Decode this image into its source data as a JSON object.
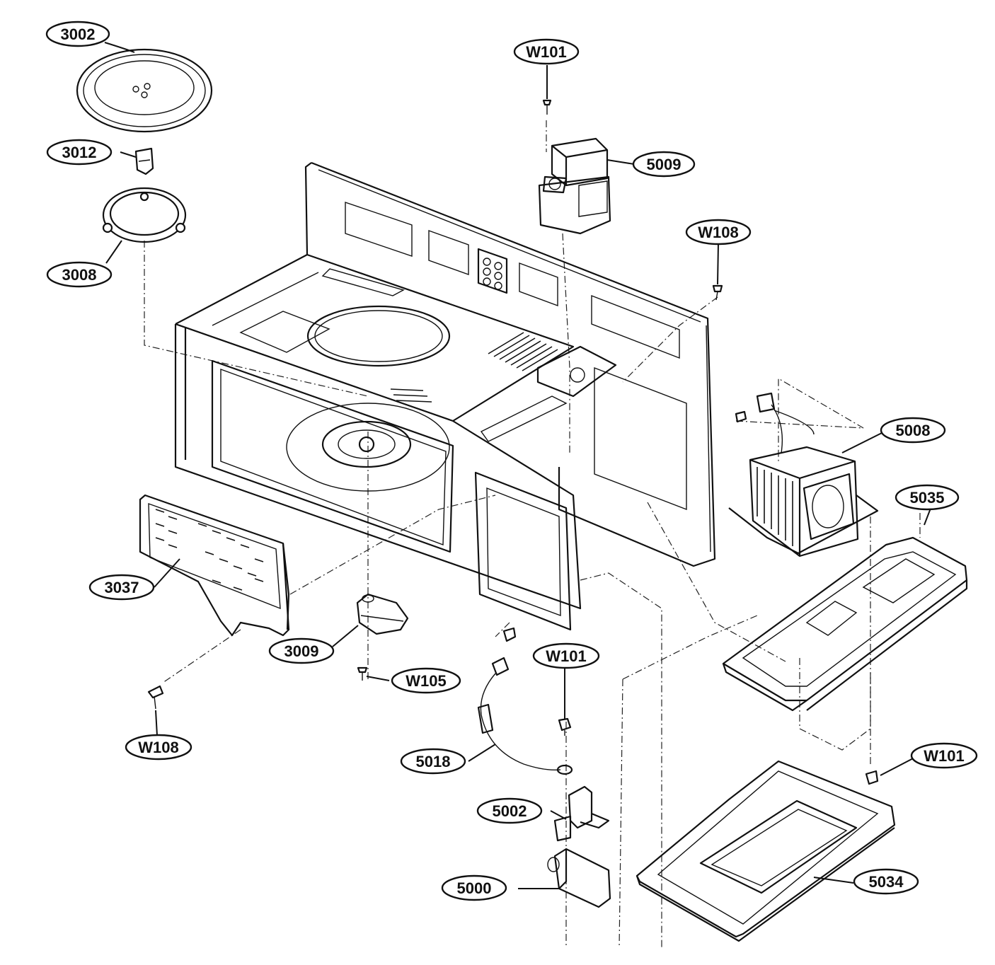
{
  "callouts": [
    {
      "id": "3002",
      "label": "3002"
    },
    {
      "id": "3012",
      "label": "3012"
    },
    {
      "id": "3008",
      "label": "3008"
    },
    {
      "id": "w101-top",
      "label": "W101"
    },
    {
      "id": "5009",
      "label": "5009"
    },
    {
      "id": "w108-right",
      "label": "W108"
    },
    {
      "id": "5008",
      "label": "5008"
    },
    {
      "id": "5035",
      "label": "5035"
    },
    {
      "id": "3037",
      "label": "3037"
    },
    {
      "id": "3009",
      "label": "3009"
    },
    {
      "id": "w105",
      "label": "W105"
    },
    {
      "id": "w101-mid",
      "label": "W101"
    },
    {
      "id": "w108-left",
      "label": "W108"
    },
    {
      "id": "5018",
      "label": "5018"
    },
    {
      "id": "w101-right",
      "label": "W101"
    },
    {
      "id": "5002",
      "label": "5002"
    },
    {
      "id": "5000",
      "label": "5000"
    },
    {
      "id": "5034",
      "label": "5034"
    }
  ]
}
